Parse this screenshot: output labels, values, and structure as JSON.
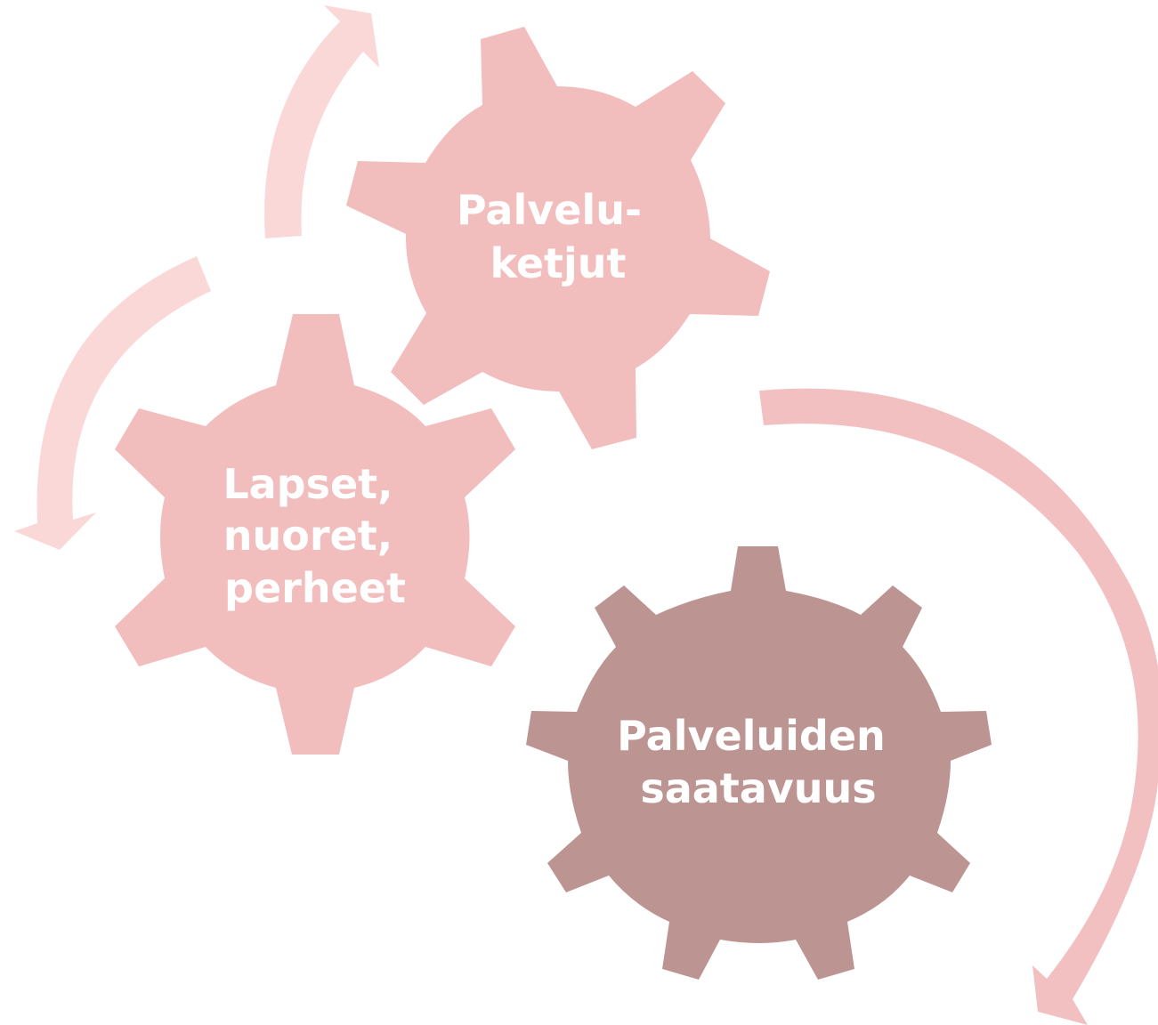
{
  "diagram": {
    "gears": [
      {
        "id": "gear-top",
        "lines": [
          "Palvelu-",
          "ketjut"
        ],
        "color": "#F2BDBD"
      },
      {
        "id": "gear-left",
        "lines": [
          "Lapset,",
          "nuoret,",
          "perheet"
        ],
        "color": "#F2BDBD"
      },
      {
        "id": "gear-bottom",
        "lines": [
          "Palveluiden",
          "saatavuus"
        ],
        "color": "#BC9593"
      }
    ],
    "arrow_colors": {
      "light": "#FBD8D8",
      "medium": "#F2C0C0"
    }
  }
}
